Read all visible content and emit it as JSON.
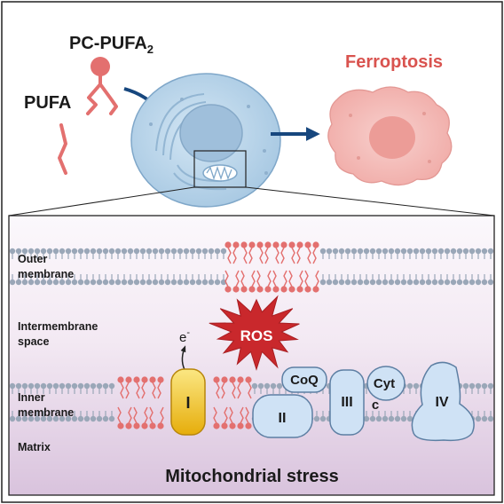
{
  "top_panel": {
    "phospholipid_label": "PC-PUFA",
    "phospholipid_subscript": "2",
    "fatty_acid_label": "PUFA",
    "outcome_label": "Ferroptosis"
  },
  "bottom_panel": {
    "regions": {
      "outer_line1": "Outer",
      "outer_line2": "membrane",
      "ims_line1": "Intermembrane",
      "ims_line2": "space",
      "inner_line1": "Inner",
      "inner_line2": "membrane",
      "matrix": "Matrix"
    },
    "electron_label": "e",
    "electron_superscript": "-",
    "ros_label": "ROS",
    "complexes": {
      "complex_1": "I",
      "coq": "CoQ",
      "complex_2": "II",
      "complex_3": "III",
      "cyt_line1": "Cyt",
      "cyt_line2": "c",
      "complex_4": "IV"
    },
    "caption": "Mitochondrial stress"
  },
  "colors": {
    "lipid_red": "#e3706f",
    "membrane_gray": "#9aa7b8",
    "cell_blue": "#bcd8ec",
    "dead_cell_pink": "#f6c3c0",
    "ros_red": "#c9282c",
    "complex_blue": "#cfe2f5",
    "complex_yellow": "#f0c419",
    "arrow_navy": "#17477e",
    "ferroptosis_text": "#d9534f"
  }
}
